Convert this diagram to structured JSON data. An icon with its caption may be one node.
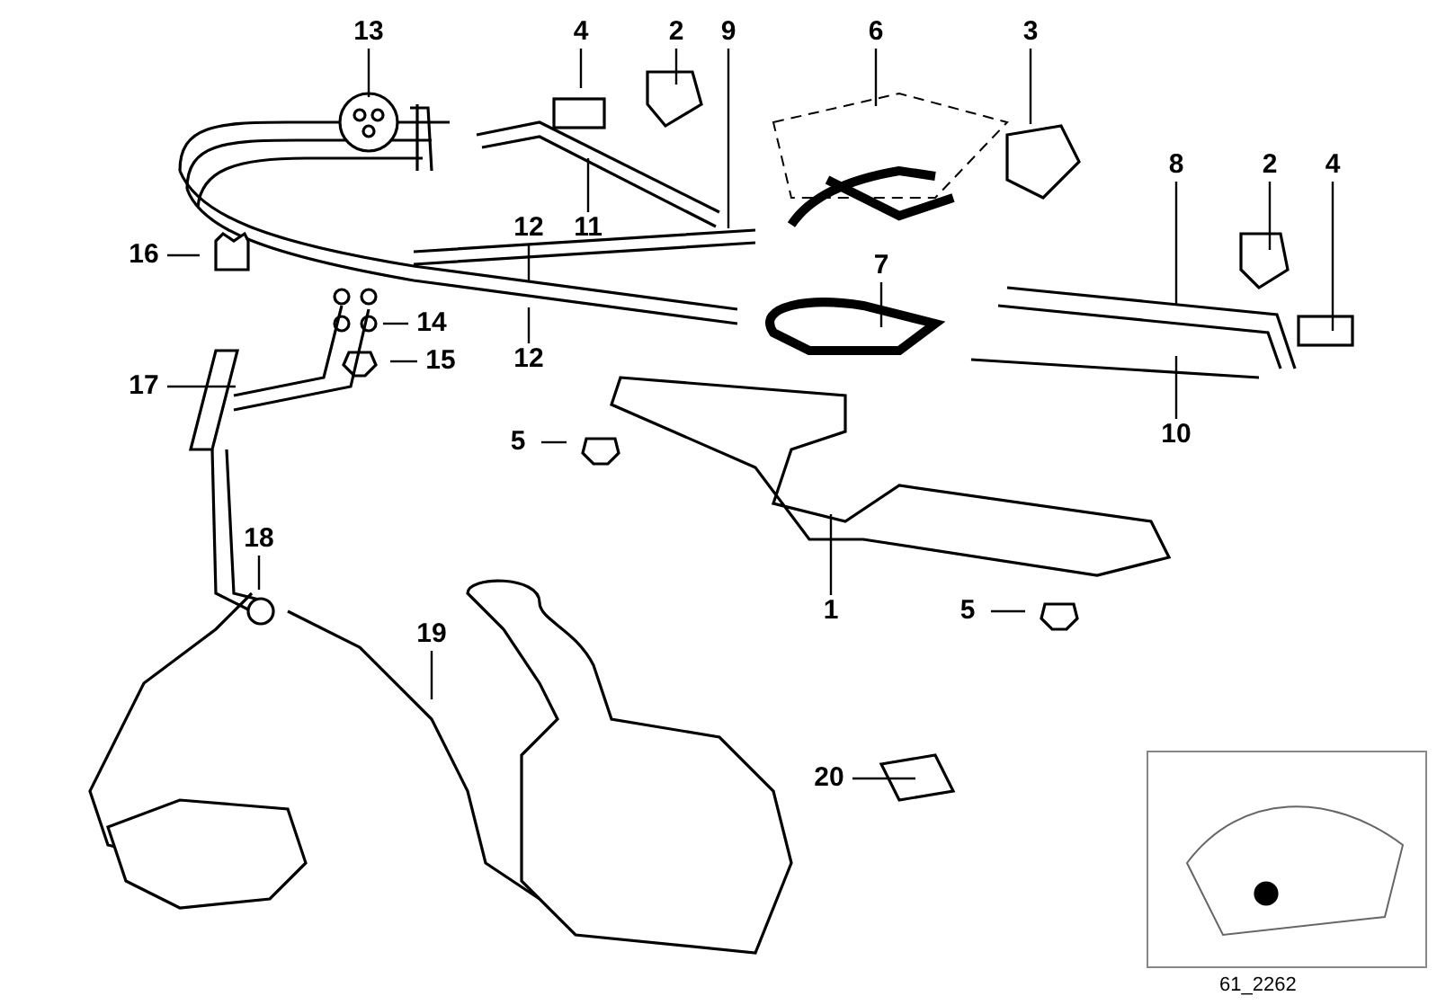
{
  "diagram": {
    "nodes": [
      {
        "text": [
          "13"
        ]
      },
      {
        "text": [
          "4"
        ]
      },
      {
        "text": [
          "2"
        ]
      },
      {
        "text": [
          "9"
        ]
      },
      {
        "text": [
          "6"
        ]
      },
      {
        "text": [
          "3"
        ]
      },
      {
        "text": [
          "8"
        ]
      },
      {
        "text": [
          "2"
        ]
      },
      {
        "text": [
          "4"
        ]
      },
      {
        "text": [
          "16"
        ]
      },
      {
        "text": [
          "12"
        ]
      },
      {
        "text": [
          "11"
        ]
      },
      {
        "text": [
          "7"
        ]
      },
      {
        "text": [
          "14"
        ]
      },
      {
        "text": [
          "12"
        ]
      },
      {
        "text": [
          "15"
        ]
      },
      {
        "text": [
          "17"
        ]
      },
      {
        "text": [
          "5"
        ]
      },
      {
        "text": [
          "10"
        ]
      },
      {
        "text": [
          "18"
        ]
      },
      {
        "text": [
          "1"
        ]
      },
      {
        "text": [
          "5"
        ]
      },
      {
        "text": [
          "19"
        ]
      },
      {
        "text": [
          "20"
        ]
      }
    ],
    "edges": [
      {
        "from": 0,
        "to": null,
        "arrow": "none"
      },
      {
        "from": 1,
        "to": null,
        "arrow": "none"
      },
      {
        "from": 2,
        "to": null,
        "arrow": "none"
      },
      {
        "from": 3,
        "to": null,
        "arrow": "none"
      },
      {
        "from": 4,
        "to": null,
        "arrow": "none"
      },
      {
        "from": 5,
        "to": null,
        "arrow": "none"
      },
      {
        "from": 6,
        "to": null,
        "arrow": "none"
      },
      {
        "from": 7,
        "to": null,
        "arrow": "none"
      },
      {
        "from": 8,
        "to": null,
        "arrow": "none"
      },
      {
        "from": 9,
        "to": null,
        "arrow": "none"
      },
      {
        "from": 10,
        "to": null,
        "arrow": "none"
      },
      {
        "from": 11,
        "to": null,
        "arrow": "none"
      },
      {
        "from": 12,
        "to": null,
        "arrow": "none"
      },
      {
        "from": 13,
        "to": null,
        "arrow": "none"
      },
      {
        "from": 14,
        "to": null,
        "arrow": "none"
      },
      {
        "from": 15,
        "to": null,
        "arrow": "none"
      },
      {
        "from": 16,
        "to": null,
        "arrow": "none"
      },
      {
        "from": 17,
        "to": null,
        "arrow": "none"
      },
      {
        "from": 18,
        "to": null,
        "arrow": "none"
      },
      {
        "from": 19,
        "to": null,
        "arrow": "none"
      },
      {
        "from": 20,
        "to": null,
        "arrow": "none"
      },
      {
        "from": 21,
        "to": null,
        "arrow": "none"
      },
      {
        "from": 22,
        "to": null,
        "arrow": "none"
      },
      {
        "from": 23,
        "to": null,
        "arrow": "none"
      }
    ],
    "labels": [
      "61_2262"
    ]
  }
}
